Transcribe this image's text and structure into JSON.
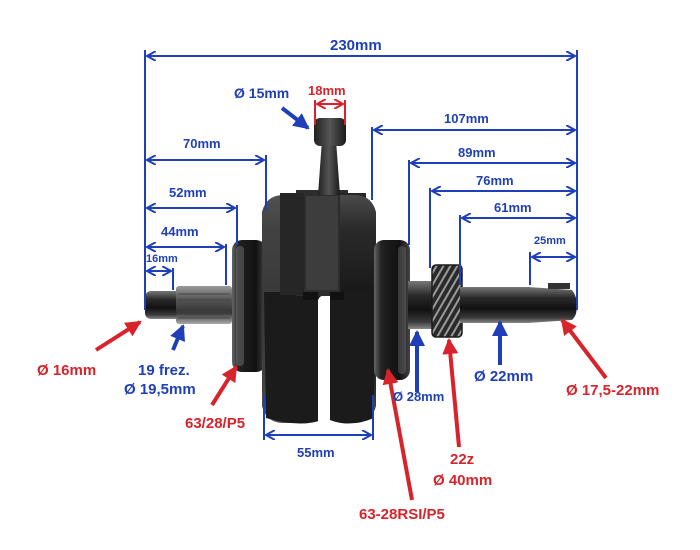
{
  "diagram": {
    "subject": "Crankshaft with bearings and gear — dimension drawing",
    "colors": {
      "dimension_blue": "#1f3fb8",
      "callout_red": "#d8232a",
      "metal_dark": "#1e1e1e",
      "background": "#ffffff"
    },
    "length_dimensions": {
      "overall": "230mm",
      "big_end_width": "18mm",
      "left_70": "70mm",
      "left_52": "52mm",
      "left_44": "44mm",
      "left_16": "16mm",
      "right_107": "107mm",
      "right_89": "89mm",
      "right_76": "76mm",
      "right_61": "61mm",
      "right_25": "25mm",
      "web_width": "55mm"
    },
    "diameter_callouts": {
      "small_end": "Ø 15mm",
      "left_tip": "Ø 16mm",
      "spline_line1": "19 frez.",
      "spline_line2": "Ø 19,5mm",
      "left_bearing": "63/28/P5",
      "journal": "Ø 28mm",
      "shaft": "Ø 22mm",
      "right_taper": "Ø 17,5-22mm",
      "gear_line1": "22z",
      "gear_line2": "Ø 40mm",
      "right_bearing": "63-28RSI/P5"
    }
  }
}
